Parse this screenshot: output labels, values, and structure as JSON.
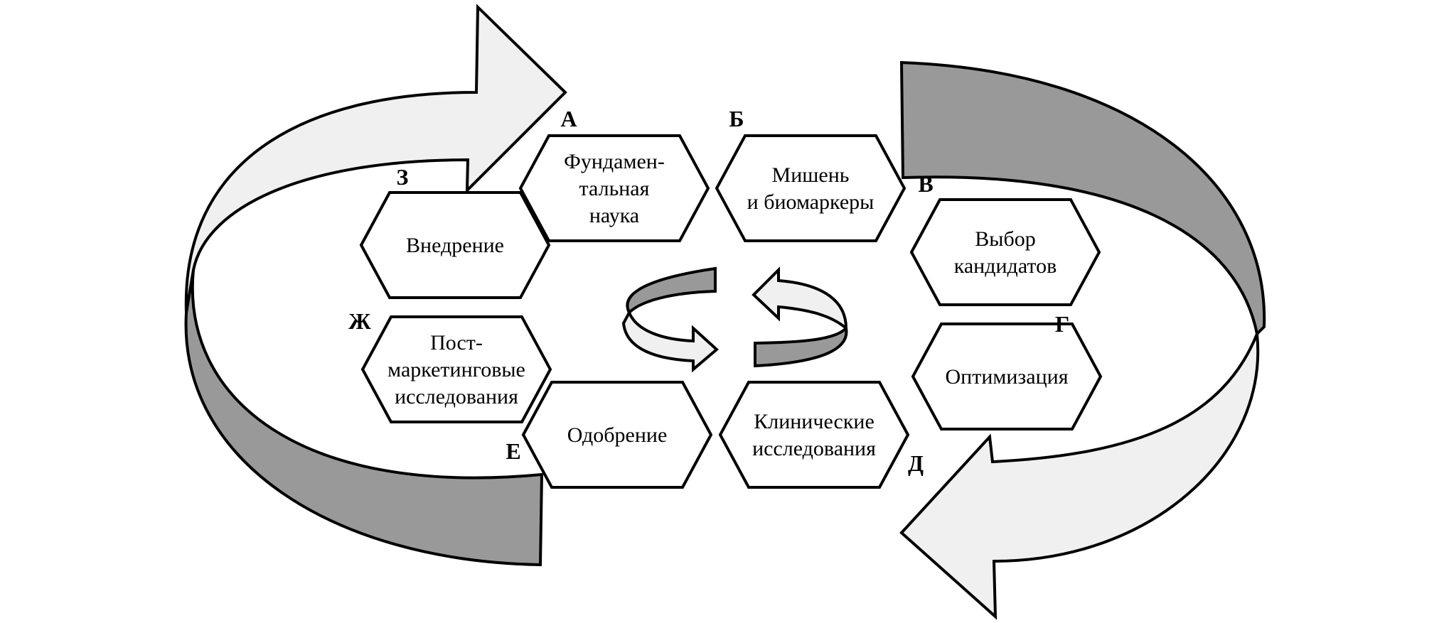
{
  "diagram": {
    "type": "cycle",
    "stages": [
      {
        "letter": "А",
        "lines": [
          "Фундамен-",
          "тальная",
          "наука"
        ]
      },
      {
        "letter": "Б",
        "lines": [
          "Мишень",
          "и биомаркеры"
        ]
      },
      {
        "letter": "В",
        "lines": [
          "Выбор",
          "кандидатов"
        ]
      },
      {
        "letter": "Г",
        "lines": [
          "Оптимизация"
        ]
      },
      {
        "letter": "Д",
        "lines": [
          "Клинические",
          "исследования"
        ]
      },
      {
        "letter": "Е",
        "lines": [
          "Одобрение"
        ]
      },
      {
        "letter": "Ж",
        "lines": [
          "Пост-",
          "маркетинговые",
          "исследования"
        ]
      },
      {
        "letter": "З",
        "lines": [
          "Внедрение"
        ]
      }
    ],
    "colors": {
      "light": "#f0f0f0",
      "dark": "#999999",
      "stroke": "#000000"
    }
  }
}
